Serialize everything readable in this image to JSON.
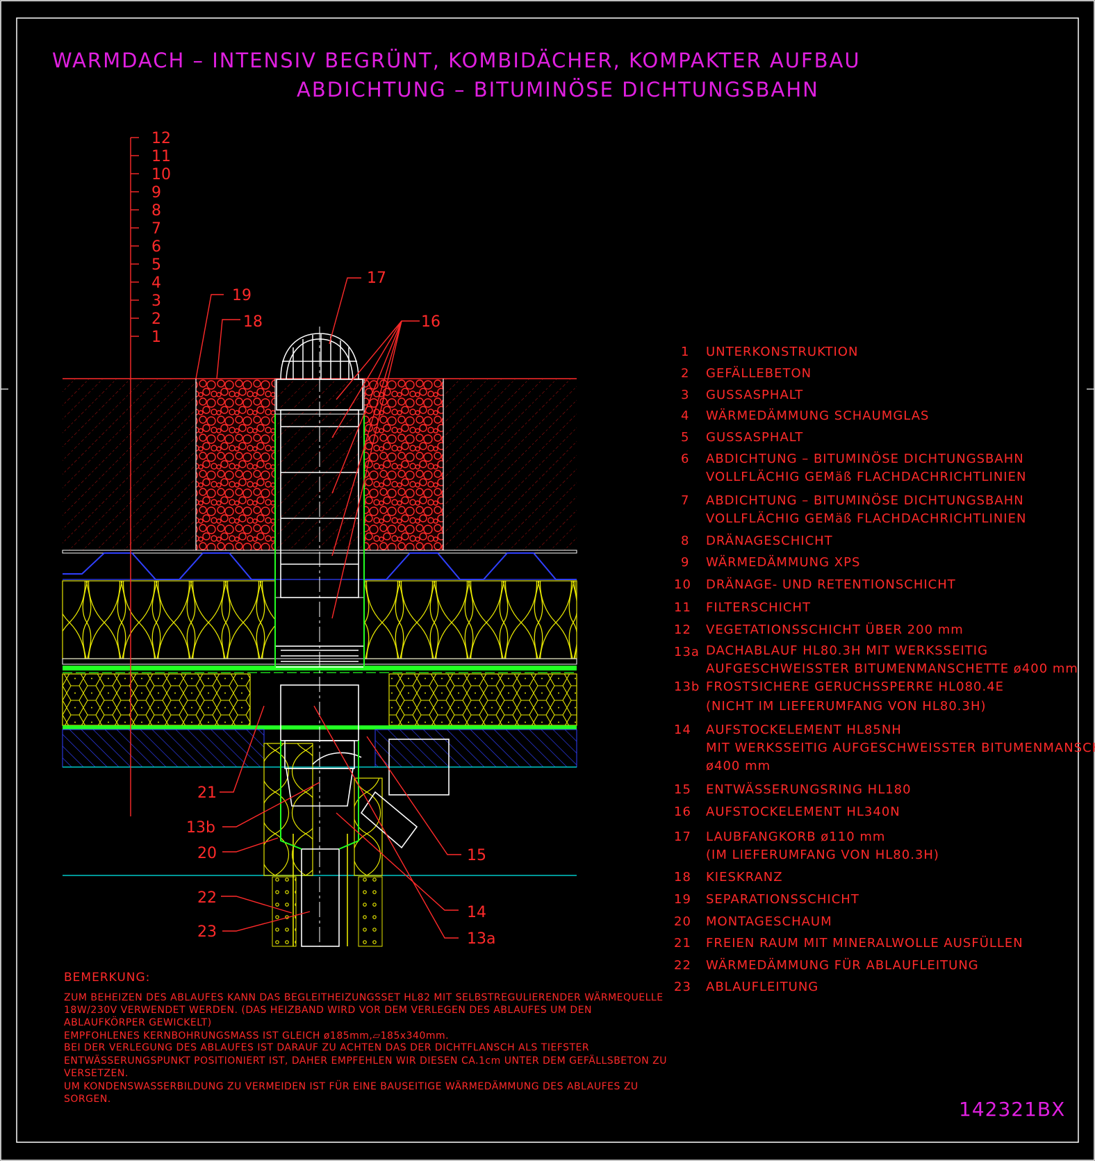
{
  "title": {
    "line1": "WARMDACH – INTENSIV BEGRÜNT, KOMBIDÄCHER, KOMPAKTER AUFBAU",
    "line2": "ABDICHTUNG – BITUMINÖSE DICHTUNGSBAHN"
  },
  "scale_labels": [
    "12",
    "11",
    "10",
    "9",
    "8",
    "7",
    "6",
    "5",
    "4",
    "3",
    "2",
    "1"
  ],
  "callouts": {
    "c17": "17",
    "c16": "16",
    "c19": "19",
    "c18": "18",
    "c21": "21",
    "c13b": "13b",
    "c20": "20",
    "c22": "22",
    "c23": "23",
    "c15": "15",
    "c14": "14",
    "c13a": "13a"
  },
  "legend": [
    {
      "num": "1",
      "lines": [
        "UNTERKONSTRUKTION"
      ]
    },
    {
      "num": "2",
      "lines": [
        "GEFÄLLEBETON"
      ]
    },
    {
      "num": "3",
      "lines": [
        "GUSSASPHALT"
      ]
    },
    {
      "num": "4",
      "lines": [
        "WÄRMEDÄMMUNG SCHAUMGLAS"
      ]
    },
    {
      "num": "5",
      "lines": [
        "GUSSASPHALT"
      ]
    },
    {
      "num": "6",
      "lines": [
        "ABDICHTUNG – BITUMINÖSE DICHTUNGSBAHN",
        "VOLLFLÄCHIG GEMäß FLACHDACHRICHTLINIEN"
      ]
    },
    {
      "num": "7",
      "lines": [
        "ABDICHTUNG – BITUMINÖSE DICHTUNGSBAHN",
        "VOLLFLÄCHIG GEMäß FLACHDACHRICHTLINIEN"
      ]
    },
    {
      "num": "8",
      "lines": [
        "DRÄNAGESCHICHT"
      ]
    },
    {
      "num": "9",
      "lines": [
        "WÄRMEDÄMMUNG XPS"
      ]
    },
    {
      "num": "10",
      "lines": [
        "DRÄNAGE- UND RETENTIONSCHICHT"
      ]
    },
    {
      "num": "11",
      "lines": [
        "FILTERSCHICHT"
      ]
    },
    {
      "num": "12",
      "lines": [
        "VEGETATIONSSCHICHT ÜBER 200 mm"
      ]
    },
    {
      "num": "13a",
      "lines": [
        "DACHABLAUF HL80.3H MIT WERKSSEITIG",
        "AUFGESCHWEISSTER BITUMENMANSCHETTE ø400 mm"
      ]
    },
    {
      "num": "13b",
      "lines": [
        "FROSTSICHERE GERUCHSSPERRE HL080.4E",
        "(NICHT IM LIEFERUMFANG VON HL80.3H)"
      ]
    },
    {
      "num": "14",
      "lines": [
        "AUFSTOCKELEMENT HL85NH",
        "MIT WERKSSEITIG AUFGESCHWEISSTER BITUMENMANSCHETTE",
        "ø400 mm"
      ]
    },
    {
      "num": "15",
      "lines": [
        "ENTWÄSSERUNGSRING HL180"
      ]
    },
    {
      "num": "16",
      "lines": [
        "AUFSTOCKELEMENT HL340N"
      ]
    },
    {
      "num": "17",
      "lines": [
        "LAUBFANGKORB ø110 mm",
        "(IM LIEFERUMFANG VON HL80.3H)"
      ]
    },
    {
      "num": "18",
      "lines": [
        "KIESKRANZ"
      ]
    },
    {
      "num": "19",
      "lines": [
        "SEPARATIONSSCHICHT"
      ]
    },
    {
      "num": "20",
      "lines": [
        "MONTAGESCHAUM"
      ]
    },
    {
      "num": "21",
      "lines": [
        "FREIEN RAUM MIT MINERALWOLLE AUSFÜLLEN"
      ]
    },
    {
      "num": "22",
      "lines": [
        "WÄRMEDÄMMUNG FÜR ABLAUFLEITUNG"
      ]
    },
    {
      "num": "23",
      "lines": [
        "ABLAUFLEITUNG"
      ]
    }
  ],
  "remark": {
    "heading": "BEMERKUNG:",
    "lines": [
      "ZUM BEHEIZEN DES ABLAUFES KANN DAS BEGLEITHEIZUNGSSET HL82 MIT SELBSTREGULIERENDER WÄRMEQUELLE",
      "18W/230V VERWENDET WERDEN. (DAS HEIZBAND WIRD VOR DEM VERLEGEN DES ABLAUFES UM DEN",
      "ABLAUFKÖRPER GEWICKELT)",
      "EMPFOHLENES KERNBOHRUNGSMASS IST GLEICH ø185mm,▱185x340mm.",
      "BEI DER VERLEGUNG DES ABLAUFES IST DARAUF ZU ACHTEN DAS DER DICHTFLANSCH ALS TIEFSTER",
      "ENTWÄSSERUNGSPUNKT POSITIONIERT IST, DAHER EMPFEHLEN WIR DIESEN CA.1cm UNTER DEM GEFÄLLSBETON ZU",
      "VERSETZEN.",
      "UM KONDENSWASSERBILDUNG ZU VERMEIDEN IST FÜR EINE BAUSEITIGE WÄRMEDÄMMUNG DES ABLAUFES ZU",
      "SORGEN."
    ]
  },
  "drawing_code": "142321BX",
  "colors": {
    "background": "#000000",
    "frame": "#ffffff",
    "title": "#e020e0",
    "annotation": "#ff2a2a",
    "insulation": "#e6e600",
    "drainage": "#3040ff",
    "membrane": "#22ff22",
    "base_line": "#00c8c8",
    "pipe": "#ffffff"
  }
}
